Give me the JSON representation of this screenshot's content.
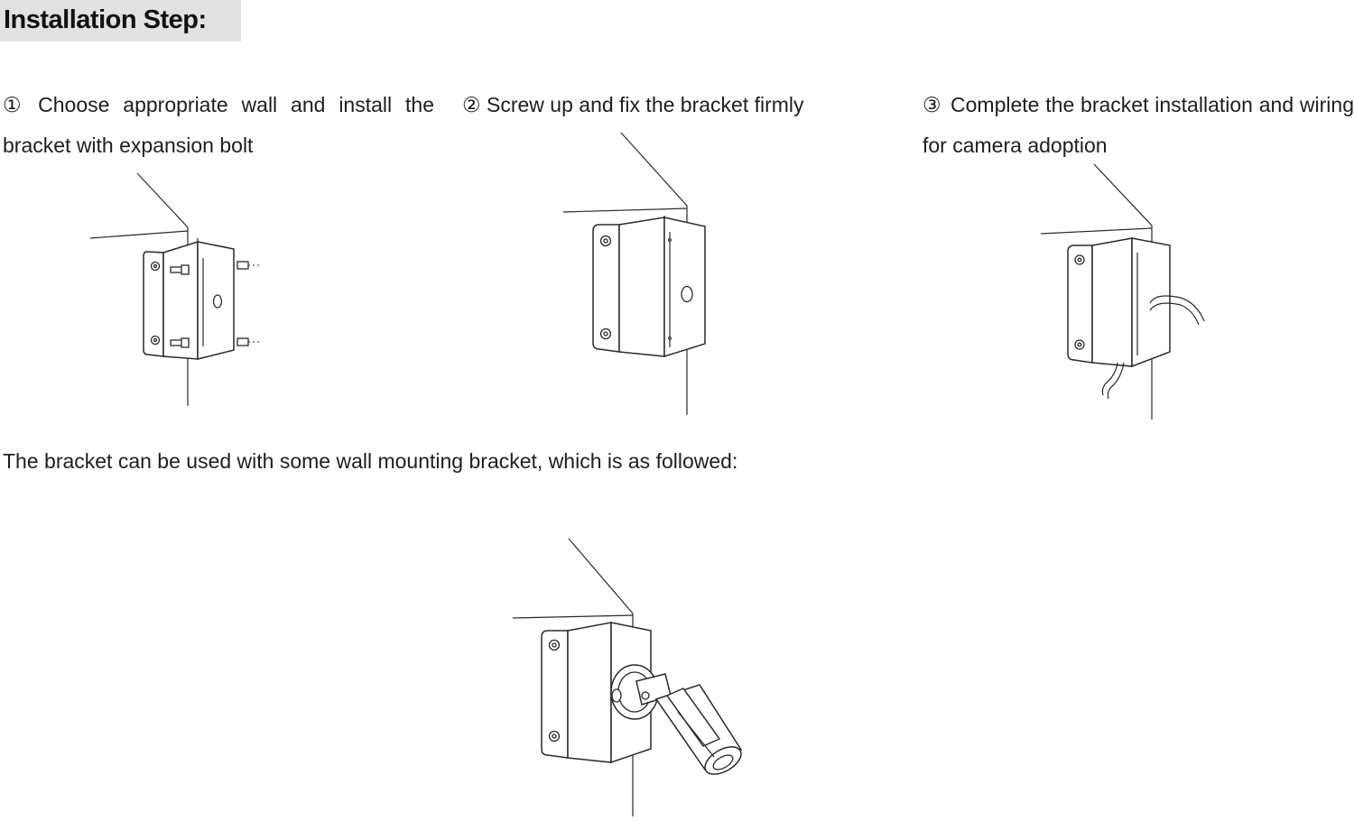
{
  "heading": "Installation Step:",
  "steps": [
    {
      "num": "①",
      "text": "Choose appropriate wall and install the bracket with expansion bolt"
    },
    {
      "num": "②",
      "text": "Screw up and fix the bracket firmly"
    },
    {
      "num": "③",
      "text": "Complete the bracket installation and wiring for camera adoption"
    }
  ],
  "note": "The bracket can be used with some wall mounting bracket, which is as followed:",
  "illustrations": [
    {
      "name": "bracket-with-expansion-bolts",
      "icon": "corner-bracket-bolts-icon"
    },
    {
      "name": "bracket-fixed-to-wall",
      "icon": "corner-bracket-icon"
    },
    {
      "name": "bracket-with-wiring",
      "icon": "corner-bracket-cable-icon"
    },
    {
      "name": "bracket-with-camera",
      "icon": "bullet-camera-icon"
    }
  ],
  "colors": {
    "heading_background": "#e2e2e2",
    "line_art": "#2a2a2a",
    "text": "#1e1e1e"
  }
}
